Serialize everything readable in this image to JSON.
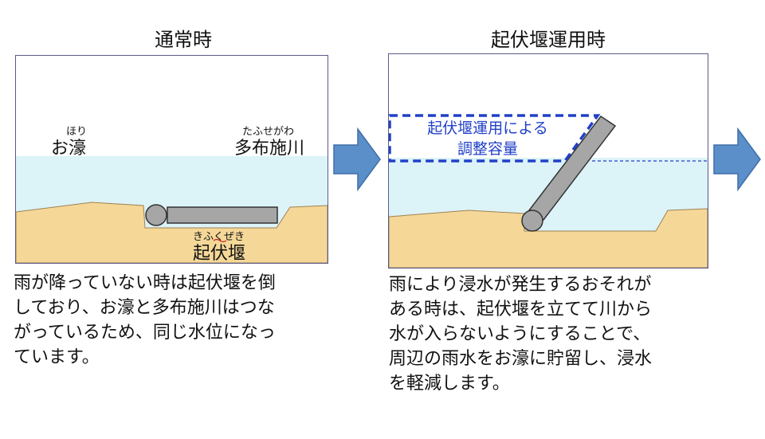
{
  "panels": [
    {
      "title": "通常時",
      "labels": {
        "moat_ruby": "ほり",
        "moat": "お濠",
        "river_ruby": "たふせがわ",
        "river": "多布施川",
        "weir_ruby": "きふくぜき",
        "weir": "起伏堰"
      },
      "description": [
        "雨が降っていない時は起伏堰を倒",
        "しており、お濠と多布施川はつな",
        "がっているため、同じ水位になっ",
        "ています。"
      ]
    },
    {
      "title": "起伏堰運用時",
      "callout": [
        "起伏堰運用による",
        "調整容量"
      ],
      "description": [
        "雨により浸水が発生するおそれが",
        "ある時は、起伏堰を立てて川から",
        "水が入らないようにすることで、",
        "周辺の雨水をお濠に貯留し、浸水",
        "を軽減します。"
      ]
    }
  ],
  "colors": {
    "water": "#dcf3f8",
    "ground": "#f5d898",
    "ground_edge": "#b09060",
    "gate": "#a6a6a6",
    "arrow": "#5b8fc9",
    "callout": "#2140c8"
  }
}
